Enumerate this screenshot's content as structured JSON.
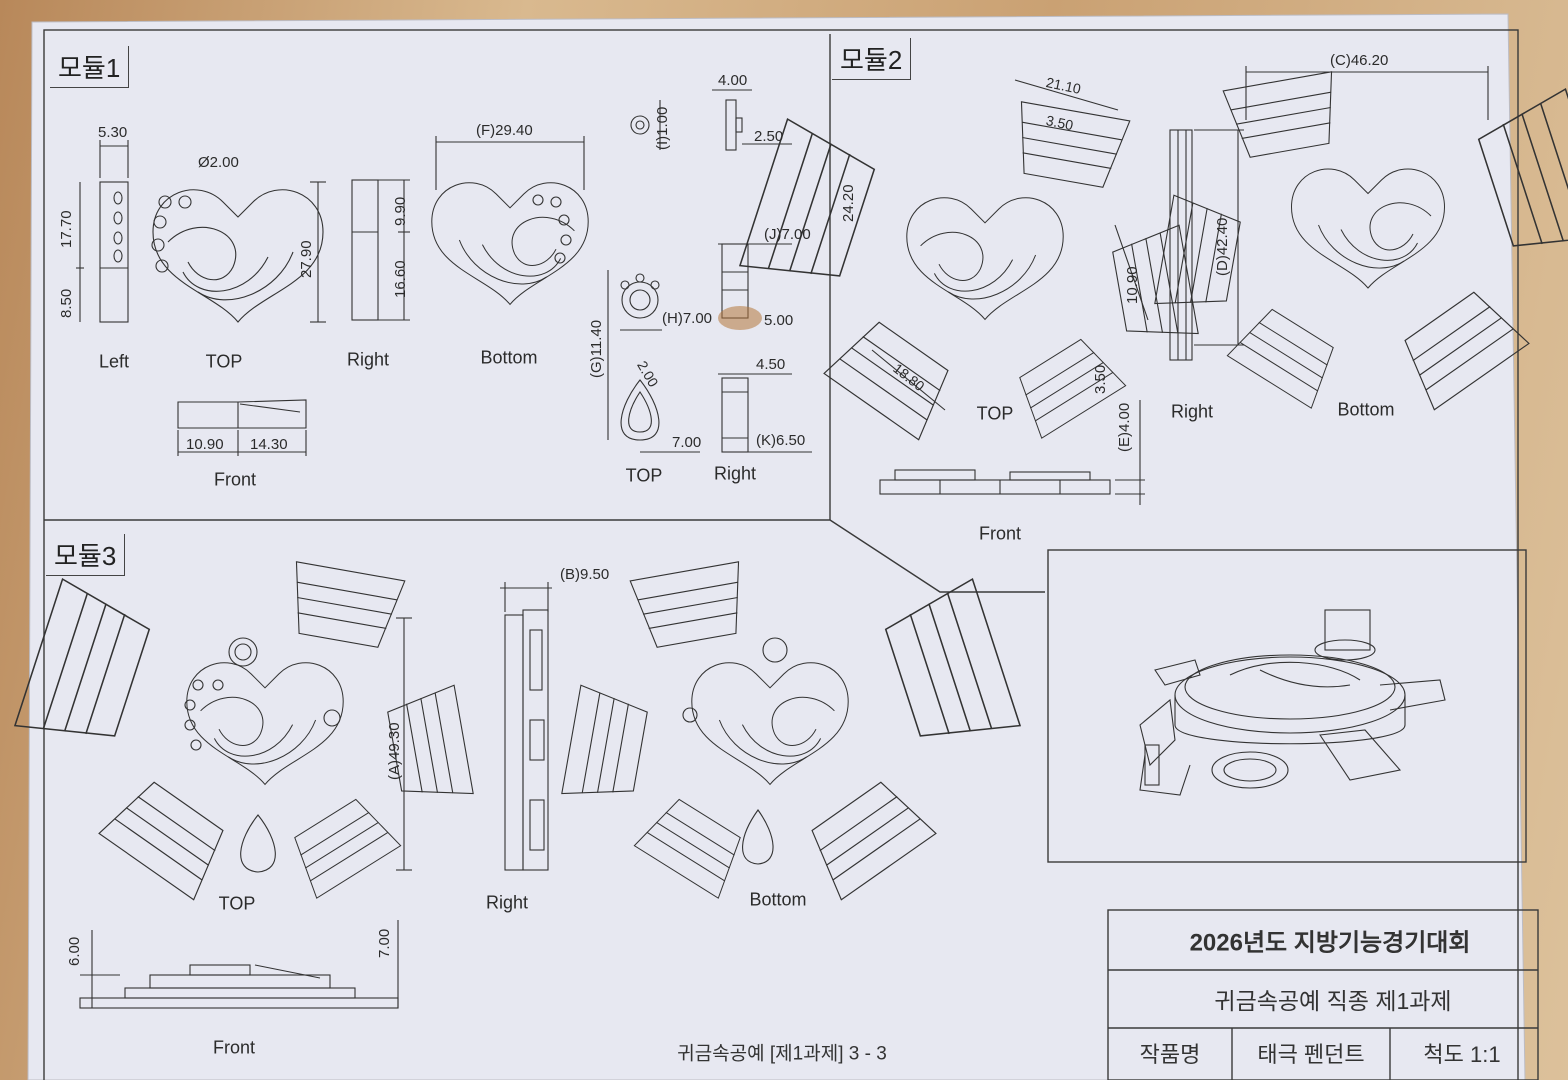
{
  "modules": {
    "m1": "모듈1",
    "m2": "모듈2",
    "m3": "모듈3"
  },
  "views": {
    "m1_left": "Left",
    "m1_top": "TOP",
    "m1_right": "Right",
    "m1_bottom": "Bottom",
    "m1_front": "Front",
    "m1_bail_top": "TOP",
    "m1_bail_right": "Right",
    "m2_top": "TOP",
    "m2_right": "Right",
    "m2_bottom": "Bottom",
    "m2_front": "Front",
    "m3_top": "TOP",
    "m3_right": "Right",
    "m3_bottom": "Bottom",
    "m3_front": "Front"
  },
  "dims": {
    "d530": "5.30",
    "d1770": "17.70",
    "d850": "8.50",
    "d200dia": "Ø2.00",
    "d2790": "27.90",
    "d990": "9.90",
    "d1660": "16.60",
    "dF": "(F)29.40",
    "d1090": "10.90",
    "d1430": "14.30",
    "d400a": "4.00",
    "dI": "(I)1.00",
    "d250": "2.50",
    "dJ": "(J)7.00",
    "dG": "(G)11.40",
    "dH": "(H)7.00",
    "d500": "5.00",
    "d200": "2.00",
    "d450": "4.50",
    "d700b": "7.00",
    "dK": "(K)6.50",
    "d2110": "21.10",
    "d350a": "3.50",
    "d2420": "24.20",
    "d1090b": "10.90",
    "d1880": "18.80",
    "d350b": "3.50",
    "dE": "(E)4.00",
    "dD": "(D)42.40",
    "dC": "(C)46.20",
    "dB": "(B)9.50",
    "dA": "(A)49.30",
    "d600": "6.00",
    "d700c": "7.00"
  },
  "title_block": {
    "event": "2026년도 지방기능경기대회",
    "task": "귀금속공예 직종 제1과제",
    "name_label": "작품명",
    "name_value": "태극 펜던트",
    "scale": "척도 1:1"
  },
  "footer": "귀금속공예 [제1과제] 3 - 3"
}
